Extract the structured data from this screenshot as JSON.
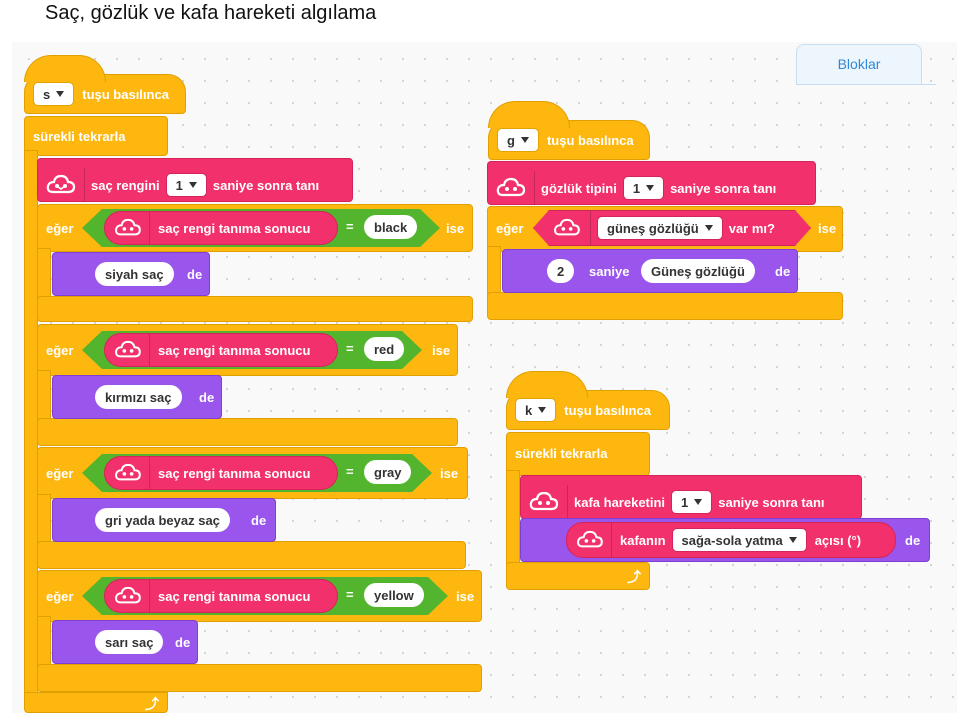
{
  "page": {
    "title": "Saç, gözlük ve kafa hareketi algılama"
  },
  "palette": {
    "tab": "Bloklar"
  },
  "script_s": {
    "hat_key": "s",
    "hat_label": "tuşu basılınca",
    "forever": "sürekli tekrarla",
    "hair_block": {
      "label": "saç rengini",
      "value": "1",
      "suffix": "saniye sonra tanı"
    },
    "ifs": [
      {
        "if": "eğer",
        "reporter": "saç rengi tanıma sonucu",
        "op": "=",
        "value": "black",
        "then": "ise",
        "say": "siyah saç",
        "de": "de"
      },
      {
        "if": "eğer",
        "reporter": "saç rengi tanıma sonucu",
        "op": "=",
        "value": "red",
        "then": "ise",
        "say": "kırmızı saç",
        "de": "de"
      },
      {
        "if": "eğer",
        "reporter": "saç rengi tanıma sonucu",
        "op": "=",
        "value": "gray",
        "then": "ise",
        "say": "gri yada beyaz saç",
        "de": "de"
      },
      {
        "if": "eğer",
        "reporter": "saç rengi tanıma sonucu",
        "op": "=",
        "value": "yellow",
        "then": "ise",
        "say": "sarı saç",
        "de": "de"
      }
    ]
  },
  "script_g": {
    "hat_key": "g",
    "hat_label": "tuşu basılınca",
    "glasses_block": {
      "label": "gözlük tipini",
      "value": "1",
      "suffix": "saniye sonra tanı"
    },
    "if": "eğer",
    "condition_dropdown": "güneş gözlüğü",
    "condition_suffix": "var mı?",
    "then": "ise",
    "say_secs": "2",
    "say_secs_label": "saniye",
    "say_text": "Güneş gözlüğü",
    "de": "de"
  },
  "script_k": {
    "hat_key": "k",
    "hat_label": "tuşu basılınca",
    "forever": "sürekli tekrarla",
    "head_block": {
      "label": "kafa hareketini",
      "value": "1",
      "suffix": "saniye sonra tanı"
    },
    "say_prefix": "kafanın",
    "say_dropdown": "sağa-sola yatma",
    "say_suffix": "açısı (°)",
    "de": "de"
  }
}
